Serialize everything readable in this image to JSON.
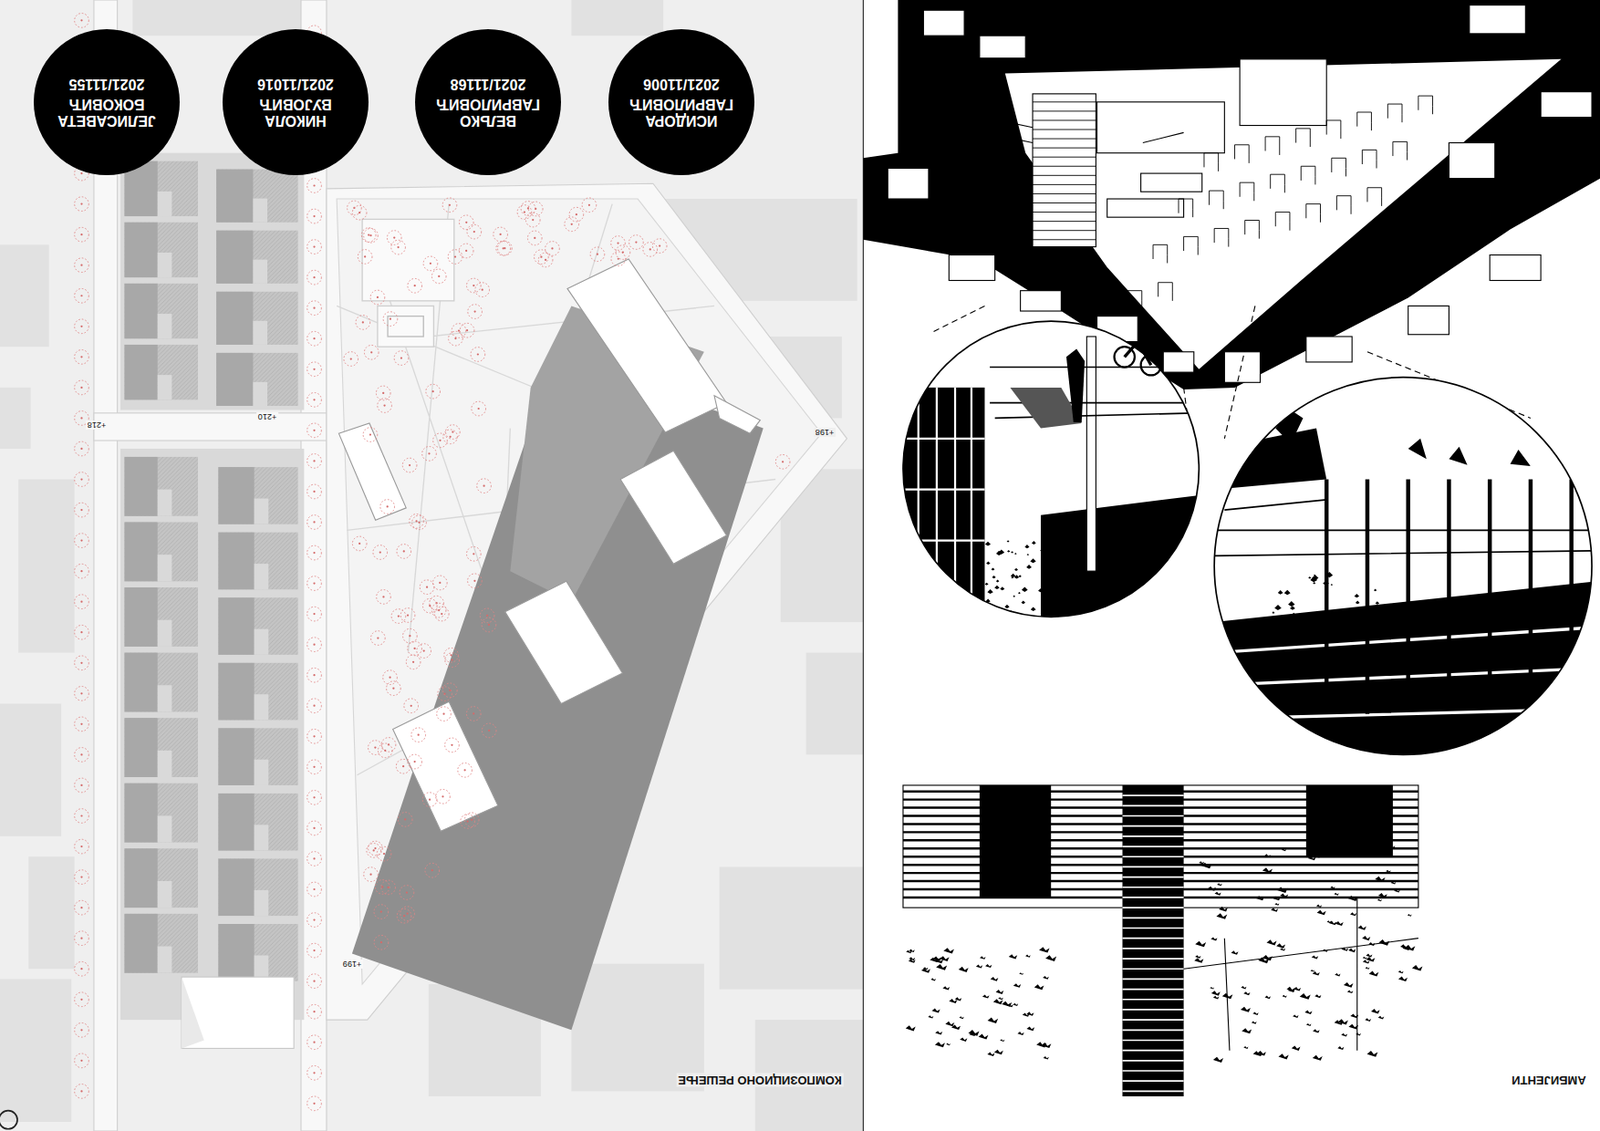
{
  "diagram": {
    "nodes": [
      {
        "text": [
          "ИСИДОРА ГАВРИЛОВИЋ",
          "2021/11006"
        ]
      },
      {
        "text": [
          "ВЕЉКО ГАВРИЛОВИЋ",
          "2021/11168"
        ]
      },
      {
        "text": [
          "НИКОЛА ВУЈОВИЋ",
          "2021/11016"
        ]
      },
      {
        "text": [
          "ЈЕЛИСАВЕТА БОКОВИЋ",
          "2021/11155"
        ]
      }
    ],
    "labels": [
      "КОМПОЗИЦИОНО РЕШЕЊЕ",
      "АМБИЈЕНТИ",
      "+218",
      "+210",
      "+198",
      "+199"
    ]
  }
}
